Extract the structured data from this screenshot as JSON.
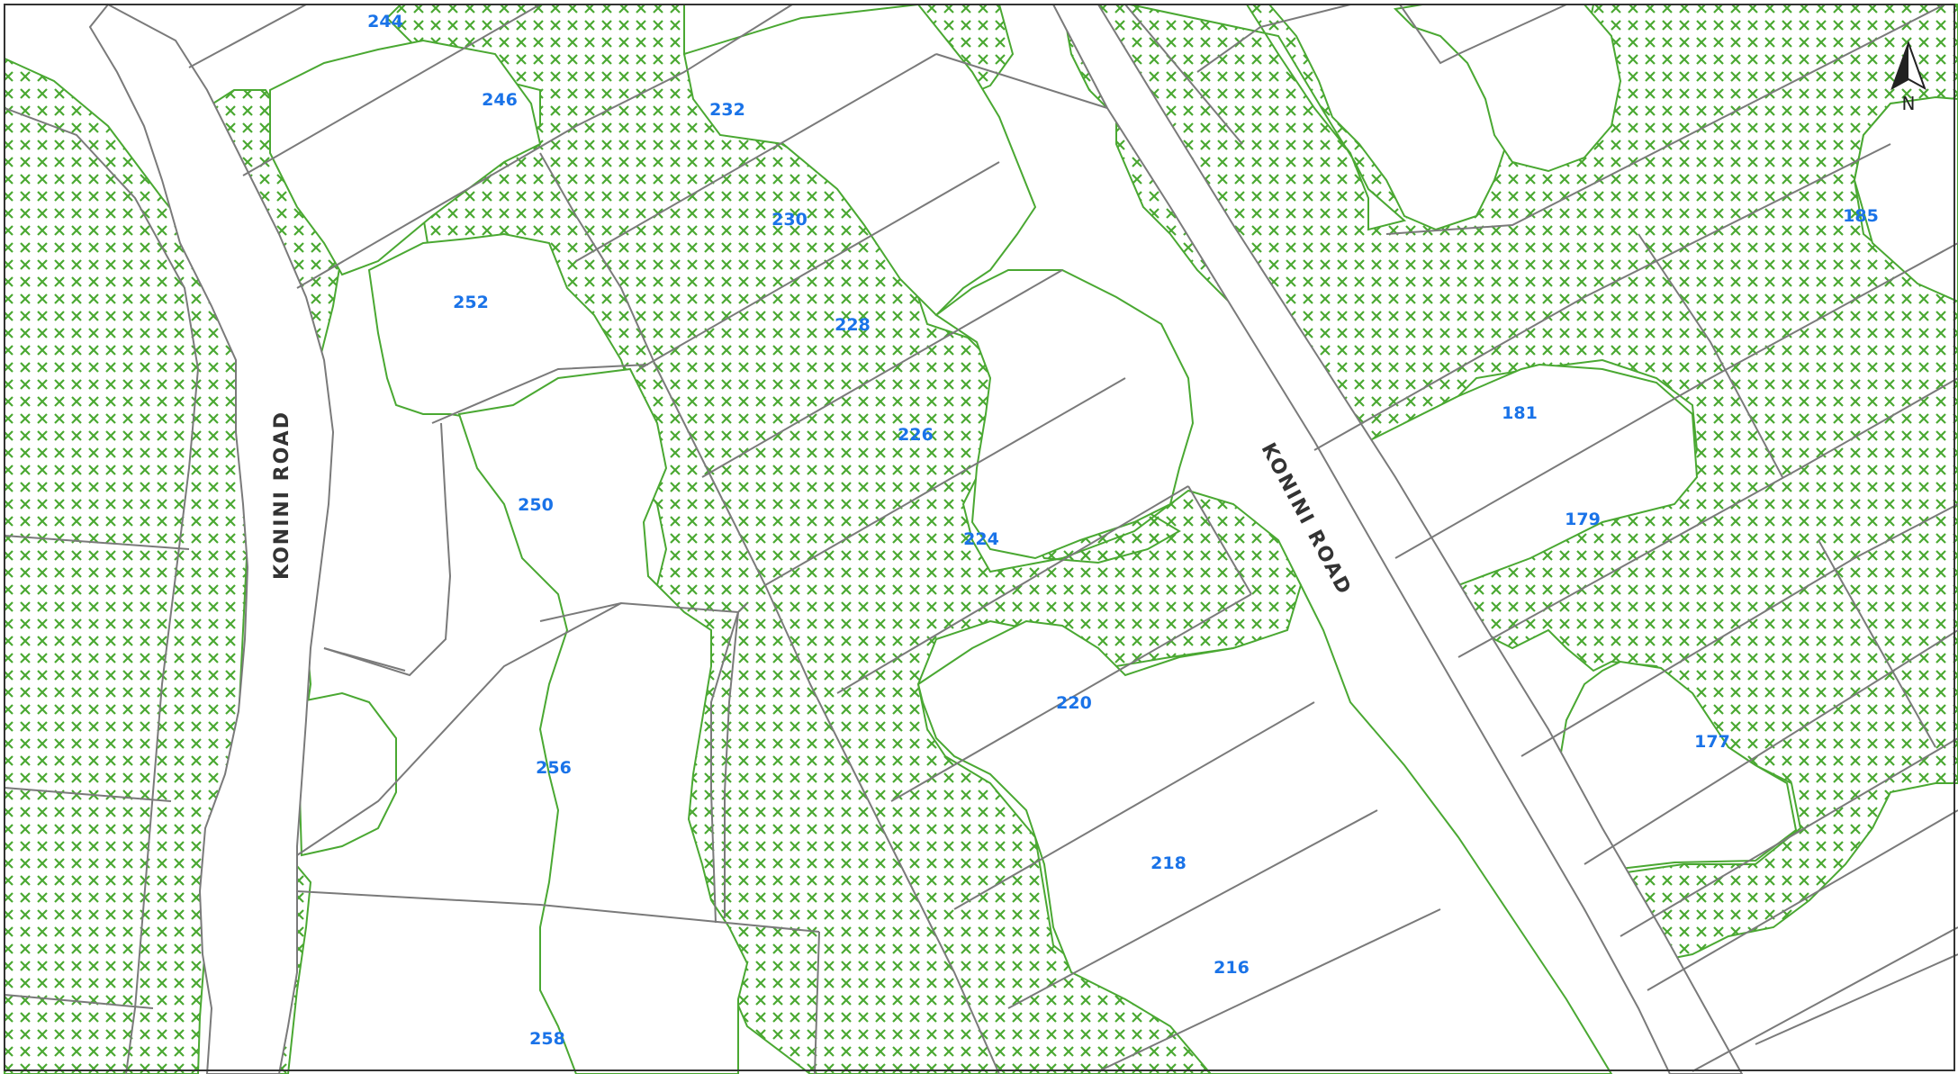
{
  "map": {
    "roads": [
      {
        "id": "road-west",
        "name": "KONINI ROAD"
      },
      {
        "id": "road-east",
        "name": "KONINI ROAD"
      }
    ],
    "lots": [
      {
        "number": "244"
      },
      {
        "number": "246"
      },
      {
        "number": "232"
      },
      {
        "number": "230"
      },
      {
        "number": "252"
      },
      {
        "number": "228"
      },
      {
        "number": "226"
      },
      {
        "number": "250"
      },
      {
        "number": "224"
      },
      {
        "number": "220"
      },
      {
        "number": "256"
      },
      {
        "number": "218"
      },
      {
        "number": "216"
      },
      {
        "number": "258"
      },
      {
        "number": "185"
      },
      {
        "number": "181"
      },
      {
        "number": "179"
      },
      {
        "number": "177"
      }
    ],
    "north_arrow": {
      "label": "N"
    },
    "legend_colors": {
      "vegetation_pattern": "#4aa832",
      "lot_label": "#1a73e8",
      "boundary_line": "#7a7a7a",
      "road_label": "#333333"
    }
  }
}
